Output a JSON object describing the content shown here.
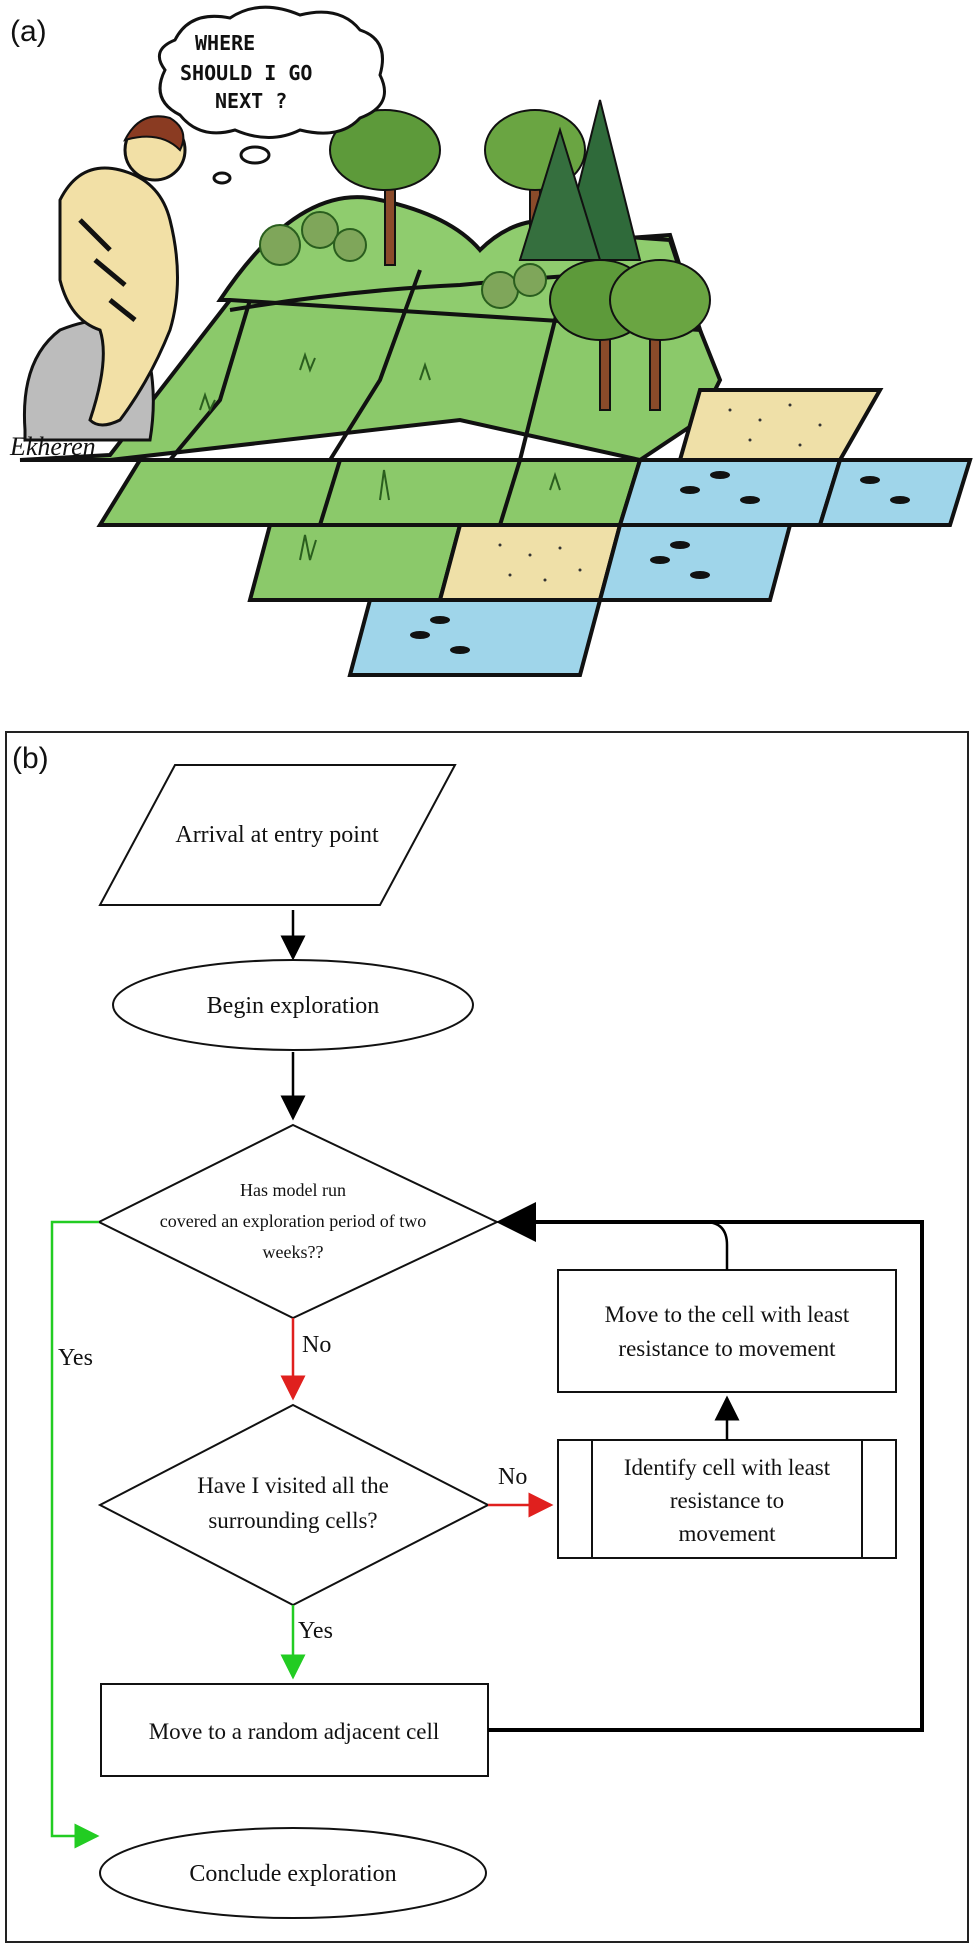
{
  "panel_a": {
    "label": "(a)",
    "thought_bubble": [
      "WHERE",
      "SHOULD I GO",
      "NEXT ?"
    ],
    "signature": "Ekheren"
  },
  "panel_b": {
    "label": "(b)",
    "nodes": {
      "arrival": "Arrival at entry point",
      "begin": "Begin exploration",
      "decision_period": [
        "Has model run",
        "covered an exploration period of two",
        "weeks??"
      ],
      "decision_visited": [
        "Have I visited all the",
        "surrounding cells?"
      ],
      "identify": [
        "Identify cell with least",
        "resistance to",
        "movement"
      ],
      "move_least": [
        "Move to the cell with least",
        "resistance to movement"
      ],
      "move_random": "Move to a random adjacent cell",
      "conclude": "Conclude exploration"
    },
    "edge_labels": {
      "period_no": "No",
      "period_yes": "Yes",
      "visited_no": "No",
      "visited_yes": "Yes"
    },
    "colors": {
      "no_arrow": "#e0201e",
      "yes_arrow": "#22cc22",
      "flow_arrow": "#000000"
    }
  }
}
